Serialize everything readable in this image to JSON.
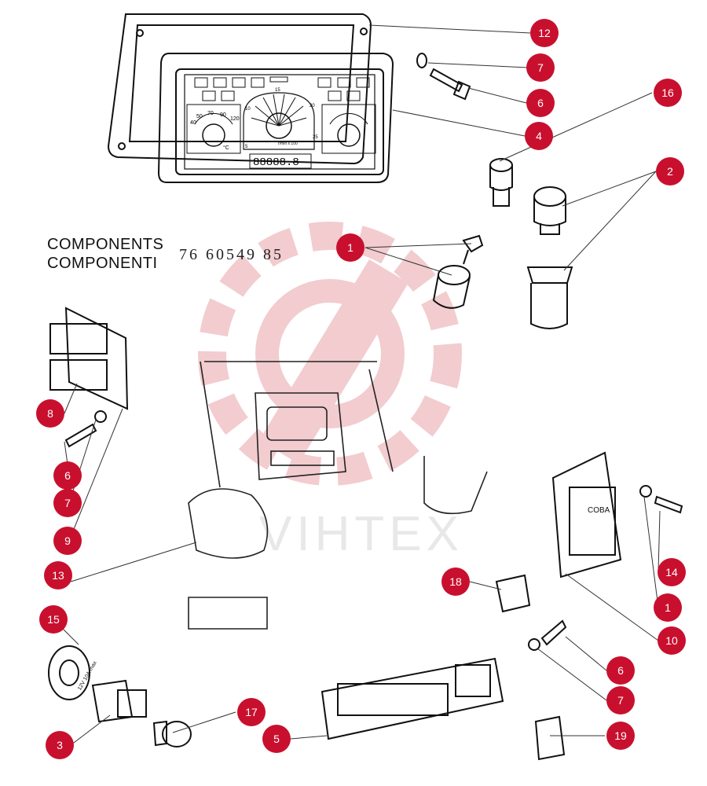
{
  "title": {
    "line1": "COMPONENTS",
    "line2": "COMPONENTI",
    "code": "76 60549 85"
  },
  "watermark": "VIHTEX",
  "colors": {
    "callout_badge": "#c8102e",
    "watermark": "#e9a3a8",
    "linework": "#111111"
  },
  "callouts": [
    {
      "id": "c12",
      "label": "12"
    },
    {
      "id": "c7a",
      "label": "7"
    },
    {
      "id": "c6a",
      "label": "6"
    },
    {
      "id": "c4",
      "label": "4"
    },
    {
      "id": "c16",
      "label": "16"
    },
    {
      "id": "c2",
      "label": "2"
    },
    {
      "id": "c1a",
      "label": "1"
    },
    {
      "id": "c8",
      "label": "8"
    },
    {
      "id": "c6b",
      "label": "6"
    },
    {
      "id": "c7b",
      "label": "7"
    },
    {
      "id": "c9",
      "label": "9"
    },
    {
      "id": "c13",
      "label": "13"
    },
    {
      "id": "c14",
      "label": "14"
    },
    {
      "id": "c1b",
      "label": "1"
    },
    {
      "id": "c10",
      "label": "10"
    },
    {
      "id": "c18",
      "label": "18"
    },
    {
      "id": "c15",
      "label": "15"
    },
    {
      "id": "c6c",
      "label": "6"
    },
    {
      "id": "c7c",
      "label": "7"
    },
    {
      "id": "c17",
      "label": "17"
    },
    {
      "id": "c3",
      "label": "3"
    },
    {
      "id": "c5",
      "label": "5"
    },
    {
      "id": "c19",
      "label": "19"
    }
  ],
  "panel_text": {
    "gauge_left": [
      "40",
      "50",
      "70",
      "90",
      "120"
    ],
    "gauge_left_unit": "°C",
    "tach_ticks": [
      "5",
      "10",
      "15",
      "20",
      "25"
    ],
    "tach_unit": "r/min x 100",
    "odometer": "88888.8",
    "gauge_right_unit": "",
    "relay_brand": "COBA",
    "socket_cap_text": "12V 10A max"
  }
}
